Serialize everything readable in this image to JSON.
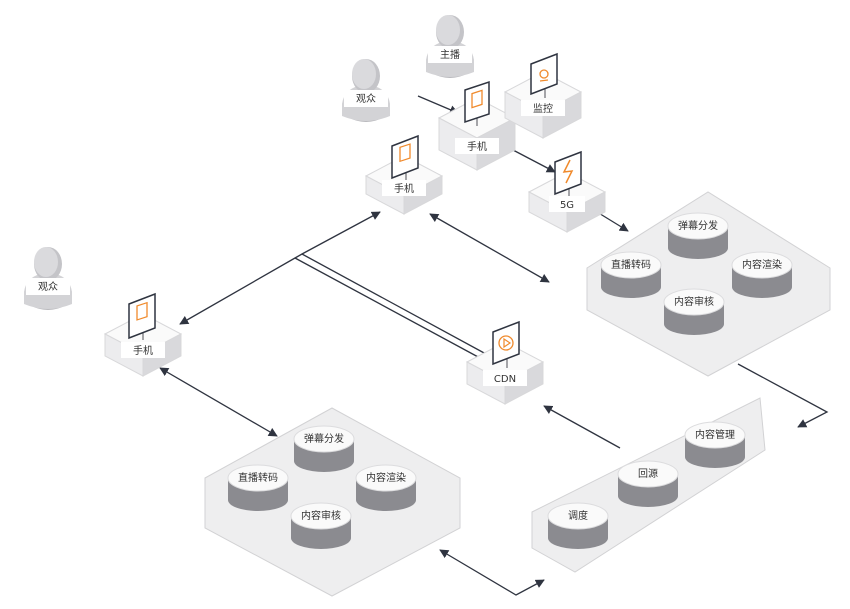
{
  "colors": {
    "accent": "#f08a2c",
    "line": "#2f3440",
    "panel_fill": "#eeeeef",
    "panel_stroke": "#d2d2d4",
    "box_top": "#fafafa",
    "box_left": "#ececee",
    "box_right": "#d9d9dc",
    "person": "#d3d3d6",
    "person_dark": "#b9b9bd"
  },
  "people": {
    "anchor": "主播",
    "viewer_top": "观众",
    "viewer_left": "观众"
  },
  "devices": {
    "anchor_phone": {
      "label": "手机",
      "icon": "phone-icon"
    },
    "monitor": {
      "label": "监控",
      "icon": "webcam-icon"
    },
    "viewer_phone_top": {
      "label": "手机",
      "icon": "phone-icon"
    },
    "network_5g": {
      "label": "5G",
      "icon": "lightning-icon"
    },
    "viewer_phone_left": {
      "label": "手机",
      "icon": "phone-icon"
    },
    "cdn": {
      "label": "CDN",
      "icon": "play-icon"
    }
  },
  "panels": {
    "cloud_top": {
      "items": [
        "弹幕分发",
        "直播转码",
        "内容渲染",
        "内容审核"
      ]
    },
    "cloud_bottom": {
      "items": [
        "弹幕分发",
        "直播转码",
        "内容渲染",
        "内容审核"
      ]
    },
    "origin": {
      "items": [
        "内容管理",
        "回源",
        "调度"
      ]
    }
  }
}
